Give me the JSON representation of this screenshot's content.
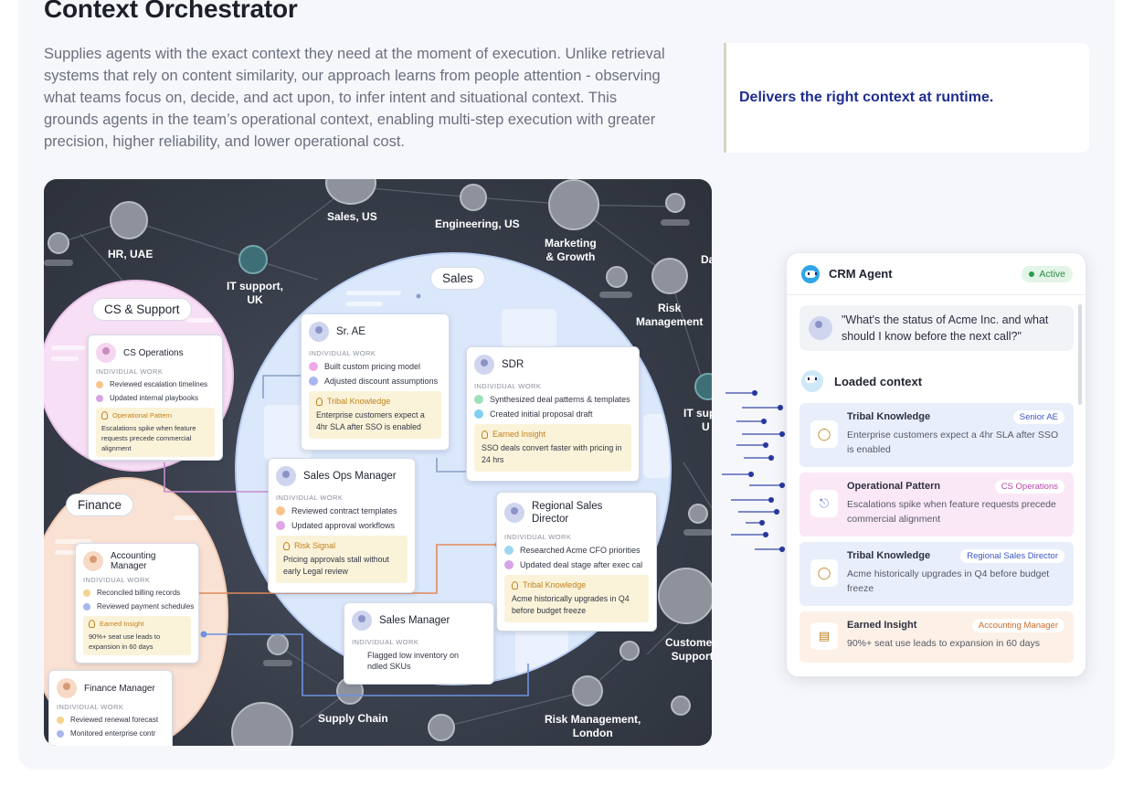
{
  "header": {
    "title": "Context Orchestrator",
    "description": "Supplies agents with the exact context they need at the moment of execution. Unlike retrieval systems that rely on content similarity, our approach learns from people attention - observing what teams focus on, decide, and act upon, to infer intent and situational context.  This grounds agents in the team’s operational context, enabling multi-step execution with greater precision, higher reliability, and lower operational cost.",
    "callout": "Delivers the right context at runtime."
  },
  "graph": {
    "node_labels": {
      "hr_uae": "HR, UAE",
      "sales_us": "Sales, US",
      "engineering_us": "Engineering, US",
      "marketing": "Marketing\n& Growth",
      "it_uk": "IT support,\nUK",
      "risk_mgmt": "Risk\nManagement",
      "it_us": "IT sup\nU",
      "da": "Da",
      "customer_support": "Custome\nSupport",
      "supply_chain": "Supply Chain",
      "risk_london": "Risk Management,\nLondon"
    },
    "groups": {
      "sales": "Sales",
      "cs": "CS & Support",
      "finance": "Finance"
    },
    "individual_work": "INDIVIDUAL WORK",
    "cards": {
      "sr_ae": {
        "title": "Sr. AE",
        "items": [
          "Built custom pricing model",
          "Adjusted discount assumptions"
        ],
        "insight_title": "Tribal Knowledge",
        "insight_body": "Enterprise customers expect a 4hr SLA after SSO is enabled"
      },
      "sdr": {
        "title": "SDR",
        "items": [
          "Synthesized deal patterns & templates",
          "Created initial proposal draft"
        ],
        "insight_title": "Earned Insight",
        "insight_body": "SSO deals convert faster with pricing in 24 hrs"
      },
      "sales_ops": {
        "title": "Sales Ops Manager",
        "items": [
          "Reviewed contract templates",
          "Updated approval workflows"
        ],
        "insight_title": "Risk Signal",
        "insight_body": "Pricing approvals stall without early Legal review"
      },
      "rsd": {
        "title": "Regional Sales Director",
        "items": [
          "Researched Acme CFO priorities",
          "Updated deal stage after exec cal"
        ],
        "insight_title": "Tribal Knowledge",
        "insight_body": "Acme historically upgrades in Q4 before budget freeze"
      },
      "sales_mgr": {
        "title": "Sales Manager",
        "items": [
          "Flagged low inventory on",
          "ndled SKUs"
        ]
      },
      "cs_ops": {
        "title": "CS Operations",
        "items": [
          "Reviewed escalation timelines",
          "Updated internal playbooks"
        ],
        "insight_title": "Operational Pattern",
        "insight_body": "Escalations spike when feature requests precede commercial alignment"
      },
      "acct_mgr": {
        "title": "Accounting Manager",
        "items": [
          "Reconciled billing records",
          "Reviewed payment schedules"
        ],
        "insight_title": "Earned Insight",
        "insight_body": "90%+ seat use leads to expansion in 60 days"
      },
      "fin_mgr": {
        "title": "Finance Manager",
        "items": [
          "Reviewed renewal forecast",
          "Monitored enterprise contr"
        ]
      }
    }
  },
  "agent": {
    "name": "CRM Agent",
    "status": "Active",
    "query": "\"What's the status of Acme Inc. and what should I know before the next call?\"",
    "loaded_label": "Loaded context",
    "contexts": [
      {
        "title": "Tribal Knowledge",
        "tag": "Senior AE",
        "body": "Enterprise customers expect a 4hr SLA after SSO is enabled",
        "icon": "lightbulb-icon"
      },
      {
        "title": "Operational Pattern",
        "tag": "CS Operations",
        "body": "Escalations spike when feature requests precede commercial alignment",
        "icon": "headset-icon"
      },
      {
        "title": "Tribal Knowledge",
        "tag": "Regional Sales Director",
        "body": "Acme historically upgrades in Q4 before budget freeze",
        "icon": "lightbulb-icon"
      },
      {
        "title": "Earned Insight",
        "tag": "Accounting Manager",
        "body": "90%+ seat use leads to expansion in 60 days",
        "icon": "card-icon"
      }
    ]
  },
  "colors": {
    "accent": "#1f2d8f",
    "active": "#2e8a45",
    "tribal_bg": "#e8effb",
    "operational_bg": "#fbe8f7",
    "earned_bg": "#fdf0e6"
  }
}
